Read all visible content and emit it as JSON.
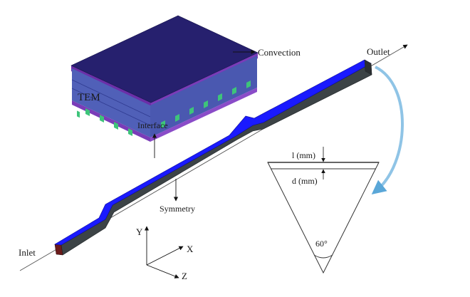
{
  "labels": {
    "convection": "Convection",
    "outlet": "Outlet",
    "tem": "TEM",
    "interface": "Interface",
    "symmetry": "Symmetry",
    "inlet": "Inlet",
    "width": "l (mm)",
    "depth": "d (mm)",
    "angle": "60°"
  },
  "axes": {
    "x": "X",
    "y": "Y",
    "z": "Z"
  },
  "colors": {
    "channel_top": "#1a1aff",
    "channel_side": "#3c4346",
    "tem_top": "#26206e",
    "tem_base": "#6b2fa8",
    "tem_leg": "#3ec47a",
    "arrow_curve": "#8fc4e6"
  }
}
